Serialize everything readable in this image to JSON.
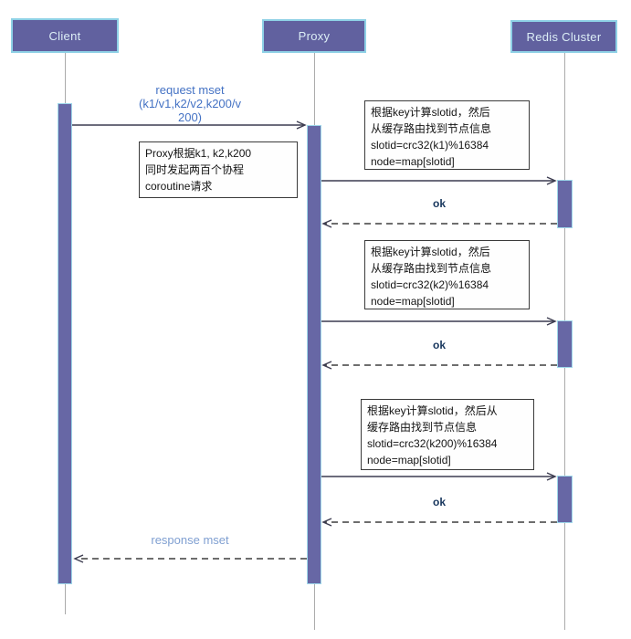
{
  "actors": [
    {
      "label": "Client"
    },
    {
      "label": "Proxy"
    },
    {
      "label": "Redis Cluster"
    }
  ],
  "messages": {
    "request": {
      "lines": [
        "request mset",
        "(k1/v1,k2/v2,k200/v",
        "200)"
      ]
    },
    "ok1": {
      "label": "ok"
    },
    "ok2": {
      "label": "ok"
    },
    "ok3": {
      "label": "ok"
    },
    "response": {
      "label": "response mset"
    }
  },
  "notes": {
    "proxy_note": {
      "lines": [
        "Proxy根据k1, k2,k200",
        "同时发起两百个协程",
        "coroutine请求"
      ]
    },
    "slot_k1": {
      "lines": [
        "根据key计算slotid，然后",
        "从缓存路由找到节点信息",
        "slotid=crc32(k1)%16384",
        "node=map[slotid]"
      ]
    },
    "slot_k2": {
      "lines": [
        "根据key计算slotid，然后",
        "从缓存路由找到节点信息",
        "slotid=crc32(k2)%16384",
        "node=map[slotid]"
      ]
    },
    "slot_k200": {
      "lines": [
        "根据key计算slotid，然后从",
        "缓存路由找到节点信息",
        "slotid=crc32(k200)%16384",
        "node=map[slotid]"
      ]
    }
  },
  "colors": {
    "actor_fill": "#61619f",
    "actor_border": "#8ed1e6",
    "activation_fill": "#6767a5",
    "request_label_blue": "#4472c4",
    "ok_navy": "#17365d",
    "response_blue": "#7f9fd1",
    "note_border": "#3a3a3a"
  }
}
